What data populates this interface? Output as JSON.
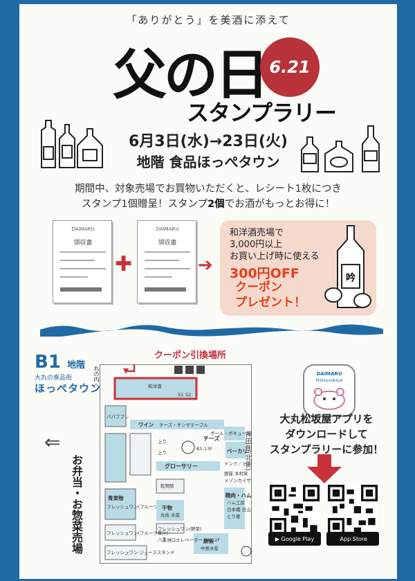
{
  "tagline": "「ありがとう」を美酒に添えて",
  "title": {
    "main": "父の日",
    "date_badge": "6.21",
    "sub": "スタンプラリー"
  },
  "event": {
    "date_range": "6月3日(水)→23日(火)",
    "venue": "地階 食品ほっぺタウン"
  },
  "intro": {
    "line1": "期間中、対象売場でお買物いただくと、レシート1枚につき",
    "line2_a": "スタンプ1個贈呈！スタンプ",
    "line2_bold": "2個",
    "line2_b": "でお酒がもっとお得に！"
  },
  "receipt": {
    "brand": "DAIMARU",
    "header": "領収書"
  },
  "coupon": {
    "line1": "和洋酒売場で",
    "line2": "3,000円以上",
    "line3": "お買い上げ時に使える",
    "offer": "300円OFF",
    "line4": "クーポン",
    "line5": "プレゼント！",
    "bottle_label": "吟"
  },
  "floor": {
    "level": "B1",
    "level_suffix": "地階",
    "subtitle": "大丸の食品街",
    "name": "ほっぺタウン",
    "coupon_exchange": "クーポン引換場所",
    "bento": "お弁当・お惣菜売場",
    "kanda_side": "神田側",
    "kanda_note": "(北側)",
    "entrance_note": "丸の内へ",
    "areas": [
      {
        "label": "和洋酒"
      },
      {
        "label": "パパブブレ"
      },
      {
        "label": "ワイン"
      },
      {
        "label": "チーズ・オンザテーブル"
      },
      {
        "label": "ボール・ボキューズ"
      },
      {
        "label": "チーズ"
      },
      {
        "label": "ベーカリー"
      },
      {
        "label": "グローサリー"
      },
      {
        "label": "B1-13F"
      },
      {
        "label": "ドンク／ミニワン"
      },
      {
        "label": "銀座 木村家"
      },
      {
        "label": "メゾンカイザー"
      },
      {
        "label": "乾物館"
      },
      {
        "label": "青果物"
      },
      {
        "label": "フレッシュワン(フルーツ)"
      },
      {
        "label": "精肉・ハム"
      },
      {
        "label": "ハム工房"
      },
      {
        "label": "日本橋 日山"
      },
      {
        "label": "とり喜"
      },
      {
        "label": "フレッシュワン(野菜)"
      },
      {
        "label": "鮮魚"
      },
      {
        "label": "中島水産"
      },
      {
        "label": "干物"
      },
      {
        "label": "丸佐 水産"
      },
      {
        "label": "フレッシュワン(フルーツ果汁)"
      },
      {
        "label": "八重洲口エレベーター B1-12F"
      },
      {
        "label": "フレッシュワン ジューススタンド"
      },
      {
        "label": "上り"
      },
      {
        "label": "上り"
      },
      {
        "label": "S1"
      },
      {
        "label": "S2"
      }
    ]
  },
  "app": {
    "icon_brand": "DAIMARU",
    "icon_sub": "Matsuzakaya",
    "line1": "大丸松坂屋アプリを",
    "line2": "ダウンロードして",
    "line3": "スタンプラリーに参加！",
    "google_play": "Google Play",
    "app_store": "App Store"
  },
  "colors": {
    "frame_blue": "#1f6aa5",
    "accent_red": "#c8333b",
    "coupon_bg": "#f6d9cd",
    "coupon_text": "#e1421f",
    "map_blue": "#b9dbe6"
  }
}
